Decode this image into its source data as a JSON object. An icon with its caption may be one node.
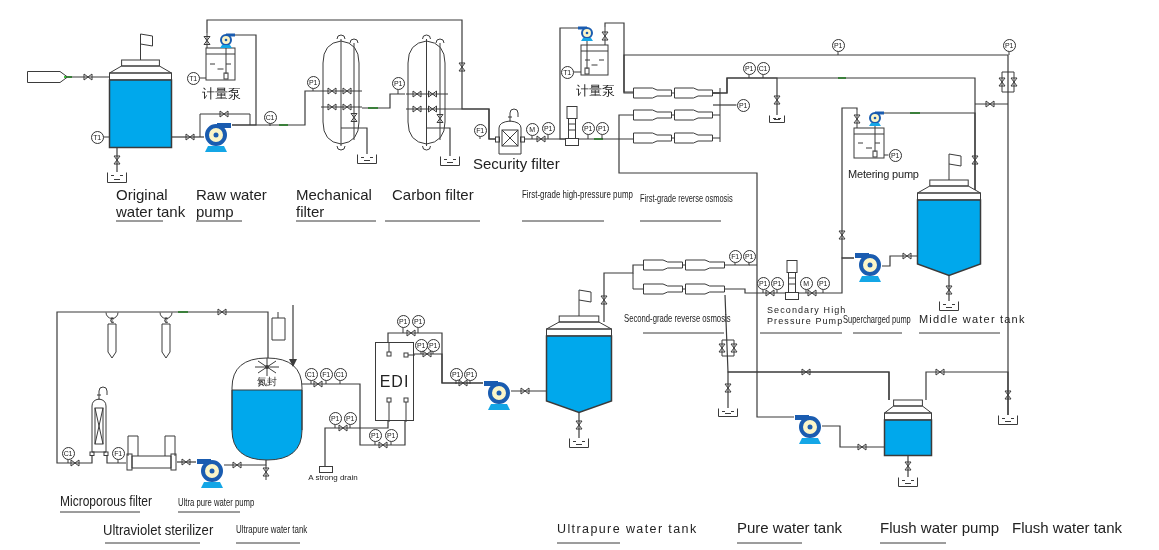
{
  "diagram": {
    "nodes": [
      {
        "text": [],
        "shape": "box"
      },
      {
        "text": [],
        "shape": "tank"
      },
      {
        "text": [],
        "shape": "pump"
      },
      {
        "text": [],
        "shape": "box",
        "beside": [
          "计量泵"
        ]
      },
      {
        "text": [],
        "shape": "vessel"
      },
      {
        "text": [],
        "shape": "vessel"
      },
      {
        "text": [],
        "shape": "filter"
      },
      {
        "text": [],
        "shape": "pump"
      },
      {
        "text": [],
        "shape": "box",
        "beside": [
          "计量泵"
        ]
      },
      {
        "text": [],
        "shape": "membrane"
      },
      {
        "text": [],
        "shape": "box",
        "beside": [
          "Metering pump"
        ]
      },
      {
        "text": [],
        "shape": "tank"
      },
      {
        "text": [],
        "shape": "pump"
      },
      {
        "text": [],
        "shape": "pump"
      },
      {
        "text": [],
        "shape": "membrane"
      },
      {
        "text": [],
        "shape": "tank"
      },
      {
        "text": [],
        "shape": "pump"
      },
      {
        "text": [
          "EDI"
        ]
      },
      {
        "text": [
          "氮封"
        ]
      },
      {
        "text": [],
        "shape": "pump"
      },
      {
        "text": [],
        "shape": "tube"
      },
      {
        "text": [],
        "shape": "filter"
      },
      {
        "text": [],
        "shape": "bottle"
      },
      {
        "text": [],
        "shape": "bottle"
      },
      {
        "text": [
          "A strong drain"
        ]
      },
      {
        "text": [],
        "shape": "pump"
      },
      {
        "text": [],
        "shape": "tank"
      },
      {
        "text": [],
        "shape": "basin"
      },
      {
        "text": [],
        "shape": "basin"
      },
      {
        "text": [],
        "shape": "basin"
      },
      {
        "text": [],
        "shape": "basin"
      },
      {
        "text": [],
        "shape": "basin"
      },
      {
        "text": [],
        "shape": "basin"
      },
      {
        "text": [],
        "shape": "basin"
      },
      {
        "text": [],
        "shape": "basin"
      },
      {
        "text": [],
        "shape": "basin"
      },
      {
        "text": [
          "T1"
        ]
      },
      {
        "text": [
          "T1"
        ]
      },
      {
        "text": [
          "C1"
        ]
      },
      {
        "text": [
          "P1"
        ]
      },
      {
        "text": [
          "P1"
        ]
      },
      {
        "text": [
          "F1"
        ]
      },
      {
        "text": [
          "M"
        ]
      },
      {
        "text": [
          "P1"
        ]
      },
      {
        "text": [
          "P1"
        ]
      },
      {
        "text": [
          "P1"
        ]
      },
      {
        "text": [
          "T1"
        ]
      },
      {
        "text": [
          "P1"
        ]
      },
      {
        "text": [
          "P1"
        ]
      },
      {
        "text": [
          "P1"
        ]
      },
      {
        "text": [
          "C1"
        ]
      },
      {
        "text": [
          "P1"
        ]
      },
      {
        "text": [
          "P1"
        ]
      },
      {
        "text": [
          "F1"
        ]
      },
      {
        "text": [
          "P1"
        ]
      },
      {
        "text": [
          "P1"
        ]
      },
      {
        "text": [
          "P1"
        ]
      },
      {
        "text": [
          "M"
        ]
      },
      {
        "text": [
          "P1"
        ]
      },
      {
        "text": [
          "C1"
        ]
      },
      {
        "text": [
          "F1"
        ]
      },
      {
        "text": [
          "C1"
        ]
      },
      {
        "text": [
          "P1"
        ]
      },
      {
        "text": [
          "P1"
        ]
      },
      {
        "text": [
          "P1"
        ]
      },
      {
        "text": [
          "P1"
        ]
      },
      {
        "text": [
          "P1"
        ]
      },
      {
        "text": [
          "P1"
        ]
      },
      {
        "text": [
          "P1"
        ]
      },
      {
        "text": [
          "P1"
        ]
      },
      {
        "text": [
          "P1"
        ]
      },
      {
        "text": [
          "P1"
        ]
      },
      {
        "text": [
          "C1"
        ]
      },
      {
        "text": [
          "F1"
        ]
      }
    ],
    "edges": [
      {
        "from": 0,
        "to": 1,
        "arrow": "none"
      },
      {
        "from": 1,
        "to": 2,
        "arrow": "none"
      },
      {
        "from": 2,
        "to": 4,
        "arrow": "none"
      },
      {
        "from": 3,
        "to": 2,
        "arrow": "none"
      },
      {
        "from": 3,
        "to": 6,
        "arrow": "none"
      },
      {
        "from": 4,
        "to": 5,
        "arrow": "none"
      },
      {
        "from": 5,
        "to": 6,
        "arrow": "none"
      },
      {
        "from": 6,
        "to": 7,
        "arrow": "none"
      },
      {
        "from": 8,
        "to": 7,
        "arrow": "none"
      },
      {
        "from": 8,
        "to": 9,
        "arrow": "none"
      },
      {
        "from": 7,
        "to": 9,
        "arrow": "none"
      },
      {
        "from": 9,
        "to": 11,
        "arrow": "none"
      },
      {
        "from": 9,
        "to": 30,
        "arrow": "none"
      },
      {
        "from": 9,
        "to": 35,
        "arrow": "none"
      },
      {
        "from": 9,
        "to": 25,
        "arrow": "none"
      },
      {
        "from": 10,
        "to": 12,
        "arrow": "none"
      },
      {
        "from": 10,
        "to": 11,
        "arrow": "none"
      },
      {
        "from": 11,
        "to": 12,
        "arrow": "none"
      },
      {
        "from": 12,
        "to": 13,
        "arrow": "none"
      },
      {
        "from": 13,
        "to": 14,
        "arrow": "none"
      },
      {
        "from": 14,
        "to": 15,
        "arrow": "none"
      },
      {
        "from": 15,
        "to": 16,
        "arrow": "none"
      },
      {
        "from": 16,
        "to": 17,
        "arrow": "none"
      },
      {
        "from": 16,
        "to": 17,
        "arrow": "none"
      },
      {
        "from": 17,
        "to": 18,
        "arrow": "none"
      },
      {
        "from": 17,
        "to": 24,
        "arrow": "none"
      },
      {
        "from": 18,
        "to": 19,
        "arrow": "none"
      },
      {
        "from": 19,
        "to": 20,
        "arrow": "none"
      },
      {
        "from": 20,
        "to": 21,
        "arrow": "none"
      },
      {
        "from": 21,
        "to": 22,
        "arrow": "none"
      },
      {
        "from": 22,
        "to": 23,
        "arrow": "none"
      },
      {
        "from": 23,
        "to": 18,
        "arrow": "none"
      },
      {
        "from": null,
        "to": 18,
        "arrow": "to"
      },
      {
        "from": 25,
        "to": 26,
        "arrow": "none"
      },
      {
        "from": 26,
        "to": 14,
        "arrow": "none"
      },
      {
        "from": 26,
        "to": 33,
        "arrow": "none"
      },
      {
        "from": 26,
        "to": 35,
        "arrow": "none"
      },
      {
        "from": 1,
        "to": 27,
        "arrow": "none"
      },
      {
        "from": 4,
        "to": 28,
        "arrow": "none"
      },
      {
        "from": 5,
        "to": 29,
        "arrow": "none"
      },
      {
        "from": 11,
        "to": 31,
        "arrow": "none"
      },
      {
        "from": 15,
        "to": 32,
        "arrow": "none"
      },
      {
        "from": 26,
        "to": 34,
        "arrow": "none"
      },
      {
        "from": 9,
        "to": 51,
        "arrow": "none"
      },
      {
        "from": 14,
        "to": 54,
        "arrow": "none"
      }
    ],
    "labels": [
      "Original water tank",
      "Raw water pump",
      "Mechanical filter",
      "Carbon filter",
      "Security filter",
      "First-grade high-pressure pump",
      "First-grade reverse osmosis",
      "Second-grade reverse osmosis",
      "Secondary High Pressure Pump",
      "Supercharged pump",
      "Middle water tank",
      "Microporous filter",
      "Ultra pure water pump",
      "Ultraviolet sterilizer",
      "Ultrapure water tank",
      "Ultrapure water tank",
      "Pure water tank",
      "Flush water pump",
      "Flush water tank"
    ]
  }
}
